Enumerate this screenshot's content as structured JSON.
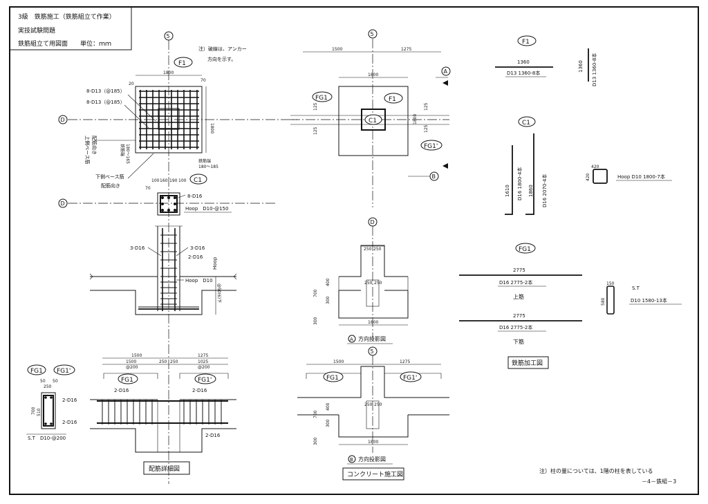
{
  "title_block": {
    "line1": "3級　鉄筋施工（鉄筋組立て作業）",
    "line2": "実技試験問題",
    "line3": "鉄筋組立て用図面　　単位：ｍｍ"
  },
  "grid": {
    "g5": "5",
    "gD": "D",
    "gA": "A",
    "gB": "B"
  },
  "notes": {
    "anchor_note_1": "注）破線は、アンカー",
    "anchor_note_2": "方向を示す。",
    "column_note": "注）柱の量については、1階の柱を表している",
    "page_no": "－4－鉄組－3"
  },
  "marks": {
    "F1": "F1",
    "FG1": "FG1",
    "FG1p": "FG1'",
    "C1": "C1"
  },
  "plan": {
    "d1800": "1800",
    "d70": "70",
    "d20": "20",
    "bar1": "8-D13（@185）",
    "bar2": "8-D13（@185）",
    "top_label_1": "上側ベース筋",
    "top_label_2": "配筋向き",
    "bot_label_1": "下側ベース筋",
    "bot_label_2": "配筋向き",
    "edge_1": "鉄筋端",
    "edge_2": "180～165",
    "edge_3": "鉄筋端",
    "edge_4": "180～185",
    "d1800v": "1800"
  },
  "column": {
    "top_dims": [
      "100",
      "160",
      "190",
      "100"
    ],
    "d70": "70",
    "bars": "8-D16",
    "hoop": "Hoop　D10-@150"
  },
  "elev": {
    "b1": "3-D16",
    "b2": "3-D16",
    "b3": "2-D16",
    "hoop": "Hoop　D10",
    "hoop_v": "Hoop",
    "v1": "@50(6)下"
  },
  "beam": {
    "top": "1500",
    "d1": "1500",
    "d2": "250",
    "d3": "250",
    "d4": "1025",
    "d5": "1275",
    "p1": "@200",
    "p2": "@200",
    "bar_l": "2-D16",
    "bar_r": "2-D16",
    "bar_b": "2-D16",
    "sec_l1": "2-D16",
    "sec_l2": "2-D16",
    "sec_dims": [
      "50",
      "250",
      "50"
    ],
    "sec_v1": "700",
    "sec_v2": "510",
    "st": "S.T　D10-@200",
    "caption": "配筋詳細図"
  },
  "conc_plan": {
    "d1500": "1500",
    "d1275": "1275",
    "d1800": "1800",
    "d125a": "125",
    "d125b": "125",
    "d125c": "125",
    "d125d": "125",
    "d1800v": "1800"
  },
  "conc_a": {
    "top": [
      "250",
      "250"
    ],
    "mid": [
      "250",
      "250"
    ],
    "v": [
      "700",
      "300",
      "400",
      "300"
    ],
    "bottom": "1800",
    "caption": "方向投影図"
  },
  "conc_b": {
    "top": [
      "1500",
      "1275"
    ],
    "mid": [
      "250",
      "250"
    ],
    "v": [
      "700",
      "300",
      "400",
      "300"
    ],
    "bottom": "1800",
    "caption": "方向投影図",
    "block_caption": "コンクリート施工図"
  },
  "bend": {
    "f1_len": "1360",
    "f1_spec": "D13 1360-8本",
    "f1_v_len": "1360",
    "f1_v_spec": "D13 1360-8本",
    "c1_v1": "1610",
    "c1_s1": "D16 1800-4本",
    "c1_v2": "1860",
    "c1_s2": "D16 2070-4本",
    "hoop_w": "420",
    "hoop_h": "420",
    "hoop_spec": "Hoop D10 1800-7本",
    "fg_len1": "2775",
    "fg_spec1": "D16 2775-2本",
    "fg_lbl1": "上筋",
    "fg_len2": "2775",
    "fg_spec2": "D16 2775-2本",
    "fg_lbl2": "下筋",
    "st_w": "150",
    "st_h": "580",
    "st_lbl": "S.T",
    "st_spec": "D10 1580-13本",
    "caption": "鉄筋加工図"
  }
}
